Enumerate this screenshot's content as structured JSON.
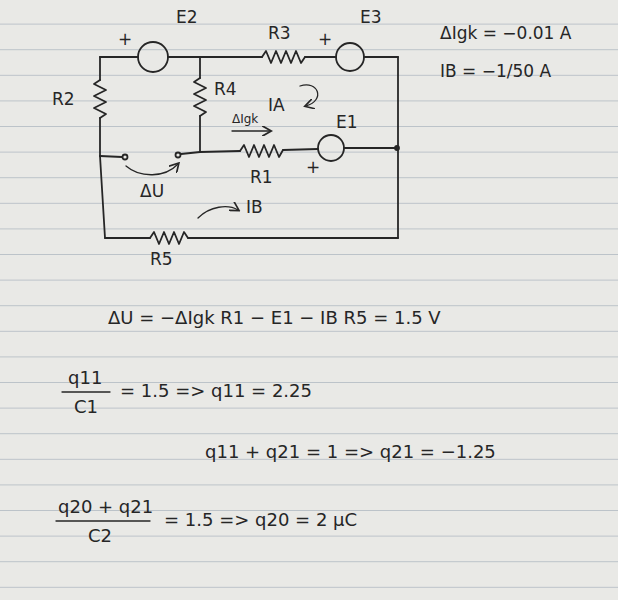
{
  "diagram": {
    "labels": [
      "+",
      "E2",
      "R3",
      "+",
      "E3",
      "ΔIgk = −0.01 A",
      "IB = −1/50 A",
      "R2",
      "R4",
      "IA",
      "ΔIgk",
      "R1",
      "E1",
      "+",
      "ΔU",
      "IB",
      "R5",
      "ΔU = −ΔIgk R1 − E1 − IB R5 = 1.5 V",
      "q11",
      "C1",
      "= 1.5 => q11 = 2.25",
      "q11 + q21 = 1 => q21 = −1.25",
      "q20 + q21",
      "C2",
      "= 1.5 => q20 = 2 μC"
    ]
  }
}
